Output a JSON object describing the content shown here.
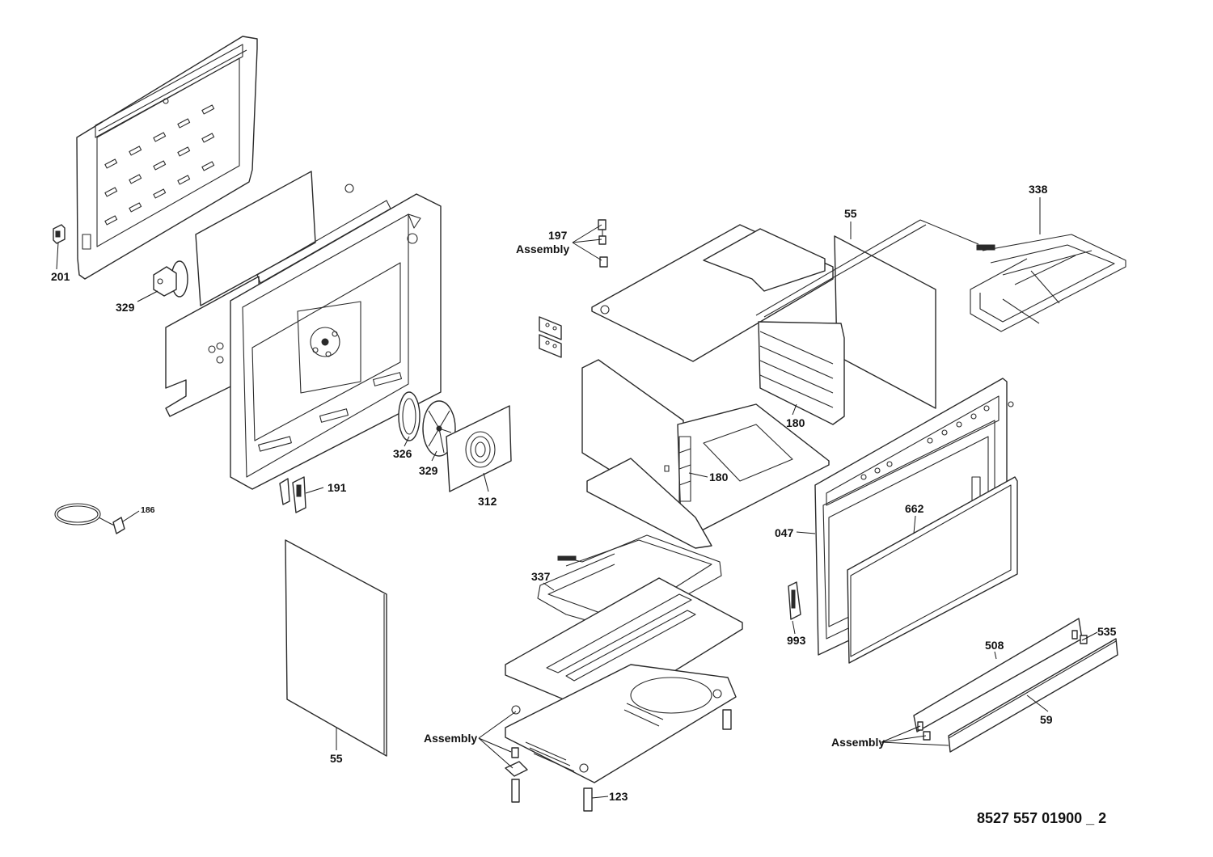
{
  "diagram": {
    "labels": {
      "p201": "201",
      "p329a": "329",
      "p326": "326",
      "p329b": "329",
      "p312": "312",
      "p191": "191",
      "p186": "186",
      "p55a": "55",
      "p197": "197",
      "p197_assembly": "Assembly",
      "p55b": "55",
      "p338": "338",
      "p180a": "180",
      "p180b": "180",
      "p047": "047",
      "p662": "662",
      "p337": "337",
      "p993": "993",
      "p508": "508",
      "p535": "535",
      "p59": "59",
      "assembly_bottom": "Assembly",
      "assembly_right": "Assembly",
      "p123": "123"
    },
    "document_number": "8527 557 01900 _ 2"
  }
}
